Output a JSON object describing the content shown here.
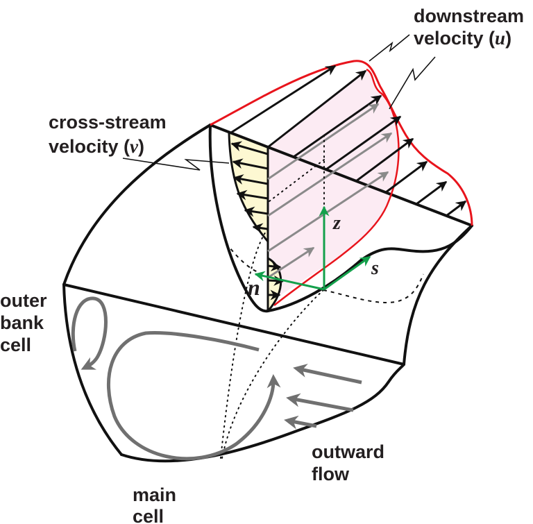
{
  "title": "Secondary flow in a meander bend: velocity components and circulation cells",
  "labels": {
    "downstream_line1": "downstream",
    "downstream_line2": "velocity (",
    "downstream_symbol": "u",
    "downstream_close": ")",
    "crossstream_line1": "cross-stream",
    "crossstream_line2": "velocity (",
    "crossstream_symbol": "v",
    "crossstream_close": ")",
    "outer_bank_line1": "outer",
    "outer_bank_line2": "bank",
    "outer_bank_line3": "cell",
    "main_cell_line1": "main",
    "main_cell_line2": "cell",
    "outward_flow_line1": "outward",
    "outward_flow_line2": "flow"
  },
  "axes": {
    "z": "z",
    "s": "s",
    "n": "n"
  },
  "colors": {
    "outline": "#111111",
    "downstream_profile": "#e8141c",
    "downstream_fill": "#fcebf3",
    "crossstream_fill": "#fdf8d2",
    "axes": "#13a04b",
    "circulation": "#707070",
    "vector_gray": "#8a8a8a"
  },
  "vectors": {
    "downstream_count_black": 9,
    "downstream_count_gray": 5,
    "crossstream_count_left": 6,
    "crossstream_count_right": 3,
    "outward_flow_arrows": 3
  }
}
